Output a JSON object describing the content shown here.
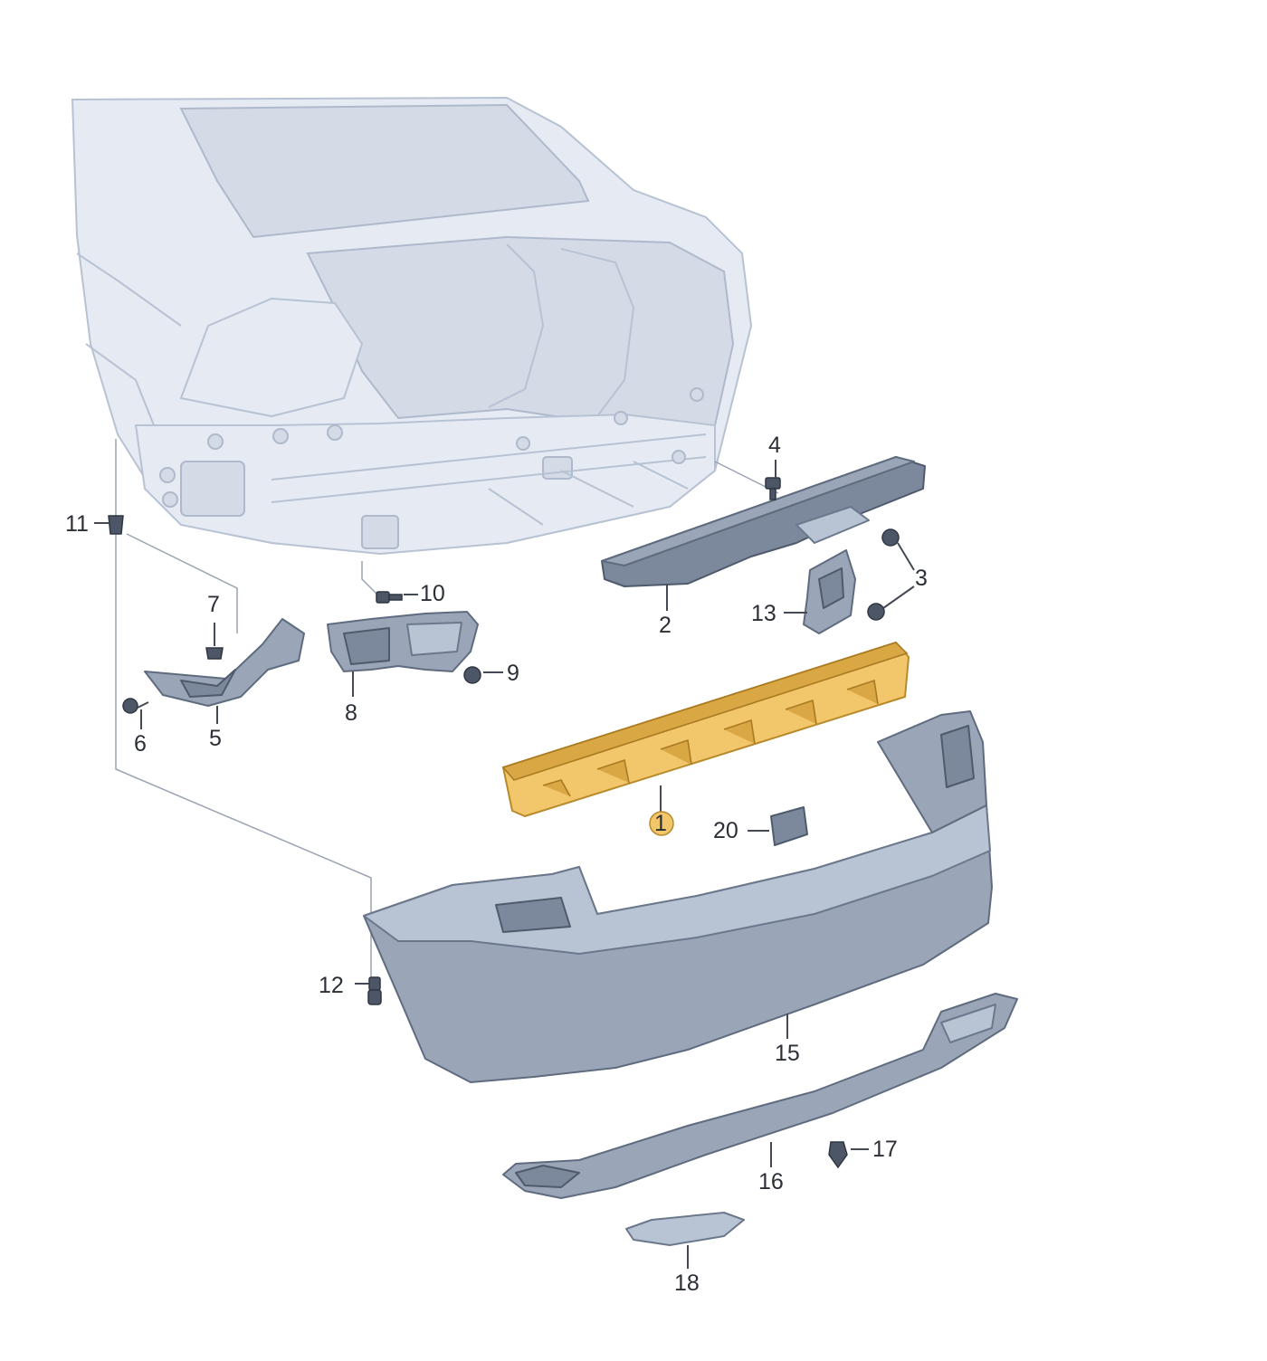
{
  "callouts": {
    "c1": "1",
    "c2": "2",
    "c3": "3",
    "c4": "4",
    "c5": "5",
    "c6": "6",
    "c7": "7",
    "c8": "8",
    "c9": "9",
    "c10": "10",
    "c11": "11",
    "c12": "12",
    "c13": "13",
    "c15": "15",
    "c16": "16",
    "c17": "17",
    "c18": "18",
    "c20": "20"
  },
  "colors": {
    "highlighted_part": "#f2c66a",
    "parts": "#9aa6b8",
    "car_body": "#e6ebf3"
  }
}
